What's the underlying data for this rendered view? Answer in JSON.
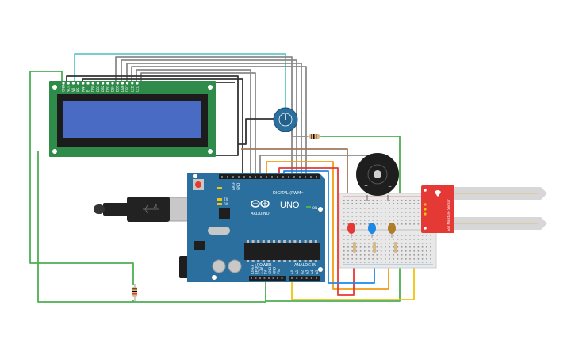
{
  "circuit": {
    "lcd": {
      "pin_labels": [
        "GND",
        "VCC",
        "V0",
        "RS",
        "RW",
        "E",
        "DB0",
        "DB1",
        "DB2",
        "DB3",
        "DB4",
        "DB5",
        "DB6",
        "DB7",
        "LED",
        "LED"
      ]
    },
    "arduino": {
      "brand_text": "ARDUINO",
      "model_text": "UNO",
      "digital_label": "DIGITAL (PWM~)",
      "power_label": "POWER",
      "analog_label": "ANALOG IN",
      "tx_label": "TX",
      "rx_label": "RX",
      "on_label": "ON",
      "l_label": "L",
      "aref_label": "AREF",
      "gnd_label": "GND",
      "power_pins": [
        "IOREF",
        "RESET",
        "3.3V",
        "5V",
        "GND",
        "GND",
        "Vin"
      ],
      "analog_pins": [
        "A0",
        "A1",
        "A2",
        "A3",
        "A4",
        "A5"
      ]
    },
    "buzzer": {
      "plus": "+",
      "minus": "−"
    },
    "soil_sensor": {
      "label": "Soil Moisture Sensor"
    }
  },
  "colors": {
    "wire_green": "#4caf50",
    "wire_black": "#333333",
    "wire_gray": "#8a8a8a",
    "wire_teal": "#64c8c8",
    "wire_red": "#e53935",
    "wire_orange": "#f39c12",
    "wire_yellow": "#f1c40f",
    "wire_blue": "#1e88e5",
    "wire_brown": "#a0785a",
    "lcd_pcb": "#2e8b4a",
    "lcd_screen": "#4a6bc4",
    "arduino_pcb": "#2a6f9e",
    "sensor_pcb": "#e53935"
  }
}
